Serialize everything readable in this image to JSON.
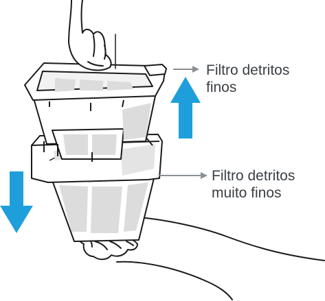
{
  "labels": {
    "fine_filter": [
      "Filtro detritos",
      "finos"
    ],
    "ultra_fine_filter": [
      "Filtro detritos",
      "muito finos"
    ]
  },
  "colors": {
    "arrow_blue": "#1e9fdb",
    "outline": "#1a1a1a",
    "filter_mesh": "#dcdcdc",
    "leader_line": "#8a8f94",
    "text": "#3a3f44"
  },
  "icons": {
    "up_arrow": "blue-up-arrow",
    "down_arrow": "blue-down-arrow",
    "hand_top": "hand-lifting-icon",
    "hand_bottom": "hand-holding-icon"
  }
}
